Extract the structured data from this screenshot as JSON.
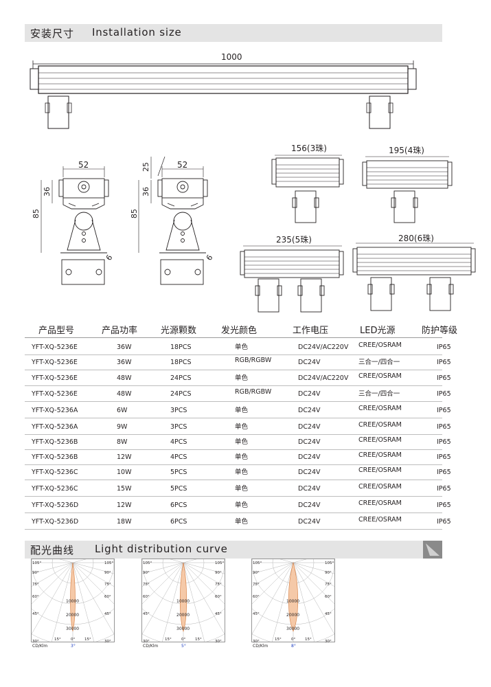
{
  "install": {
    "title_cn": "安装尺寸",
    "title_en": "Installation size",
    "dims": {
      "length": "1000",
      "width_a": "52",
      "width_b": "52",
      "angle_h": "25",
      "h36_a": "36",
      "h36_b": "36",
      "h85_a": "85",
      "h85_b": "85",
      "hole_a": "6",
      "hole_b": "6",
      "len_3": "156(3珠)",
      "len_4": "195(4珠)",
      "len_5": "235(5珠)",
      "len_6": "280(6珠)"
    }
  },
  "table": {
    "headers": [
      "产品型号",
      "产品功率",
      "光源颗数",
      "发光颜色",
      "工作电压",
      "LED光源",
      "防护等级"
    ],
    "rows": [
      [
        "YFT-XQ-5236E",
        "36W",
        "18PCS",
        "单色",
        "DC24V/AC220V",
        "CREE/OSRAM",
        "IP65"
      ],
      [
        "YFT-XQ-5236E",
        "36W",
        "18PCS",
        "RGB/RGBW",
        "DC24V",
        "三合一/四合一",
        "IP65"
      ],
      [
        "YFT-XQ-5236E",
        "48W",
        "24PCS",
        "单色",
        "DC24V/AC220V",
        "CREE/OSRAM",
        "IP65"
      ],
      [
        "YFT-XQ-5236E",
        "48W",
        "24PCS",
        "RGB/RGBW",
        "DC24V",
        "三合一/四合一",
        "IP65"
      ],
      [
        "YFT-XQ-5236A",
        "6W",
        "3PCS",
        "单色",
        "DC24V",
        "CREE/OSRAM",
        "IP65"
      ],
      [
        "YFT-XQ-5236A",
        "9W",
        "3PCS",
        "单色",
        "DC24V",
        "CREE/OSRAM",
        "IP65"
      ],
      [
        "YFT-XQ-5236B",
        "8W",
        "4PCS",
        "单色",
        "DC24V",
        "CREE/OSRAM",
        "IP65"
      ],
      [
        "YFT-XQ-5236B",
        "12W",
        "4PCS",
        "单色",
        "DC24V",
        "CREE/OSRAM",
        "IP65"
      ],
      [
        "YFT-XQ-5236C",
        "10W",
        "5PCS",
        "单色",
        "DC24V",
        "CREE/OSRAM",
        "IP65"
      ],
      [
        "YFT-XQ-5236C",
        "15W",
        "5PCS",
        "单色",
        "DC24V",
        "CREE/OSRAM",
        "IP65"
      ],
      [
        "YFT-XQ-5236D",
        "12W",
        "6PCS",
        "单色",
        "DC24V",
        "CREE/OSRAM",
        "IP65"
      ],
      [
        "YFT-XQ-5236D",
        "18W",
        "6PCS",
        "单色",
        "DC24V",
        "CREE/OSRAM",
        "IP65"
      ]
    ]
  },
  "light": {
    "title_cn": "配光曲线",
    "title_en": "Light distribution curve",
    "angle_labels": [
      "105°",
      "90°",
      "75°",
      "60°",
      "45°",
      "30°",
      "15°",
      "0°"
    ],
    "ring_labels": [
      "10000",
      "20000",
      "30000"
    ],
    "unit": "CD/Klm",
    "diagrams": [
      {
        "beam": "3°",
        "spread": 3
      },
      {
        "beam": "5°",
        "spread": 5
      },
      {
        "beam": "8°",
        "spread": 8
      }
    ],
    "colors": {
      "lobe_fill": "#f5c9a8",
      "lobe_stroke": "#d9874e",
      "beam_label": "#1a3cc0"
    }
  }
}
